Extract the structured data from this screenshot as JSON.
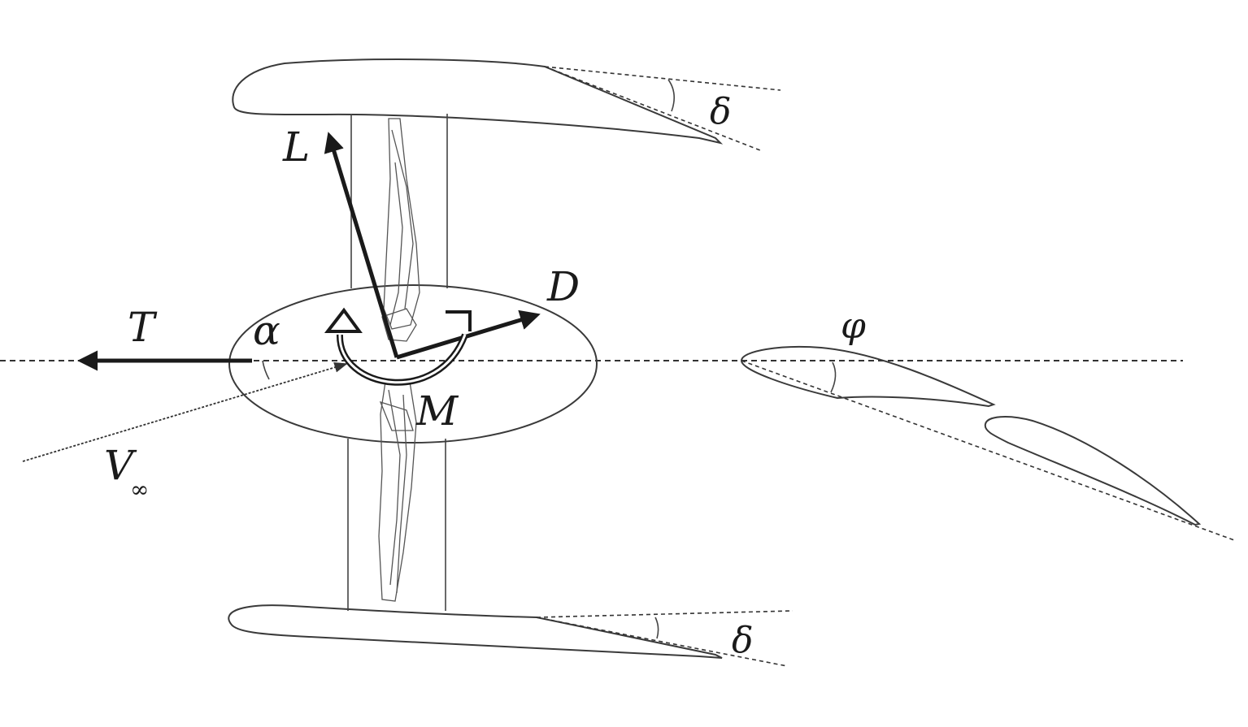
{
  "labels": {
    "lift": "L",
    "drag": "D",
    "thrust": "T",
    "moment": "M",
    "angle_of_attack": "α",
    "freestream_V": "V",
    "freestream_sub": "∞",
    "deflection_top": "δ",
    "deflection_bottom": "δ",
    "tail_angle": "φ"
  },
  "colors": {
    "ink": "#1a1a1a",
    "outline": "#3a3a3a",
    "background": "#ffffff"
  }
}
